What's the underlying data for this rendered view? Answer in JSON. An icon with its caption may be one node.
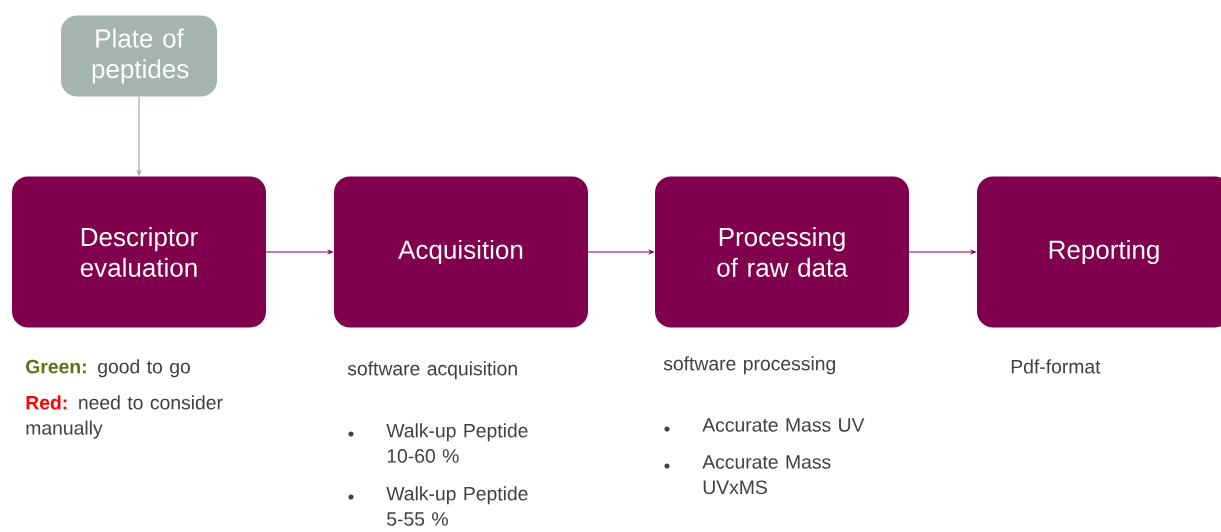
{
  "diagram": {
    "nodes": [
      {
        "text": [
          "Plate of peptides"
        ]
      },
      {
        "text": [
          "Descriptor evaluation"
        ],
        "beside": [
          "Green:",
          "good to go",
          "Red:",
          "need to consider manually"
        ]
      },
      {
        "text": [
          "Acquisition"
        ],
        "beside": [
          "software acquisition",
          "Walk-up Peptide 10-60 %",
          "Walk-up Peptide 5-55 %"
        ]
      },
      {
        "text": [
          "Processing of raw data"
        ],
        "beside": [
          "software processing",
          "Accurate Mass UV",
          "Accurate Mass UVxMS"
        ]
      },
      {
        "text": [
          "Reporting"
        ],
        "beside": [
          "Pdf-format"
        ]
      }
    ],
    "edges": [
      {
        "from": 0,
        "to": 1,
        "arrow": "to",
        "color": "#a6a6a6"
      },
      {
        "from": 1,
        "to": 2,
        "arrow": "to"
      },
      {
        "from": 2,
        "to": 3,
        "arrow": "to"
      },
      {
        "from": 3,
        "to": 4,
        "arrow": "to"
      }
    ]
  }
}
